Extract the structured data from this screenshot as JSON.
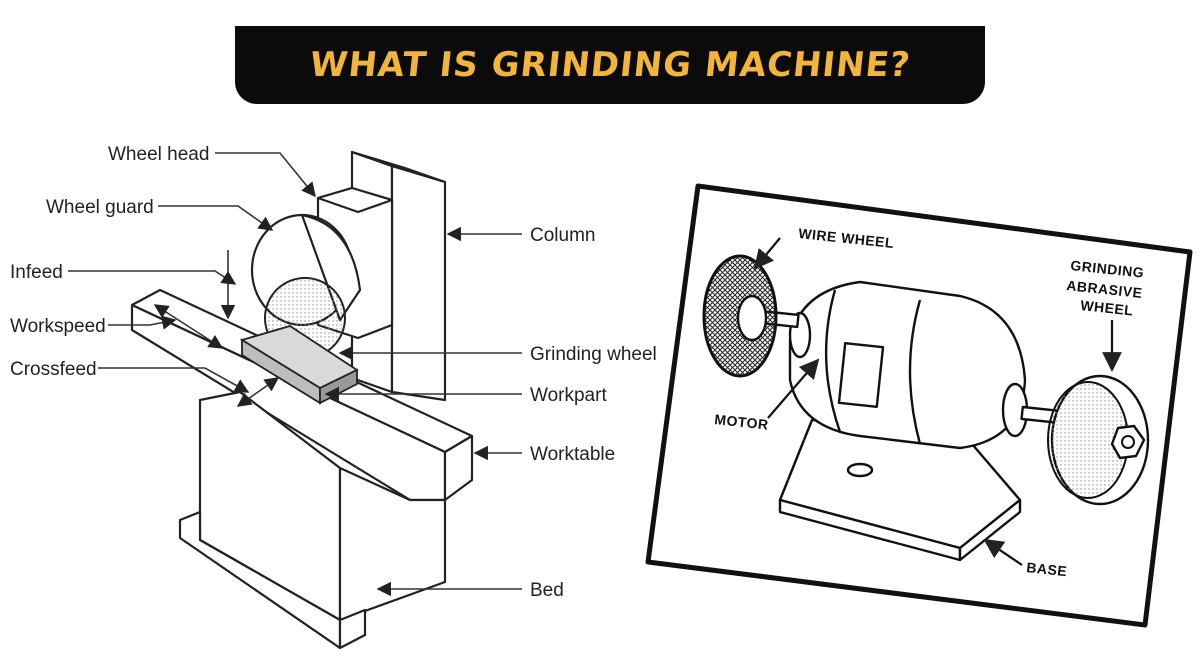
{
  "header": {
    "title": "WHAT IS GRINDING MACHINE?"
  },
  "surface_grinder": {
    "labels": {
      "wheel_head": "Wheel head",
      "wheel_guard": "Wheel guard",
      "infeed": "Infeed",
      "workspeed": "Workspeed",
      "crossfeed": "Crossfeed",
      "column": "Column",
      "grinding_wheel": "Grinding wheel",
      "workpart": "Workpart",
      "worktable": "Worktable",
      "bed": "Bed"
    }
  },
  "bench_grinder": {
    "labels": {
      "wire_wheel": "WIRE WHEEL",
      "grinding_line1": "GRINDING",
      "grinding_line2": "ABRASIVE",
      "grinding_line3": "WHEEL",
      "motor": "MOTOR",
      "base": "BASE"
    }
  },
  "colors": {
    "banner_bg": "#0b0b0b",
    "banner_text": "#f2b43a"
  }
}
